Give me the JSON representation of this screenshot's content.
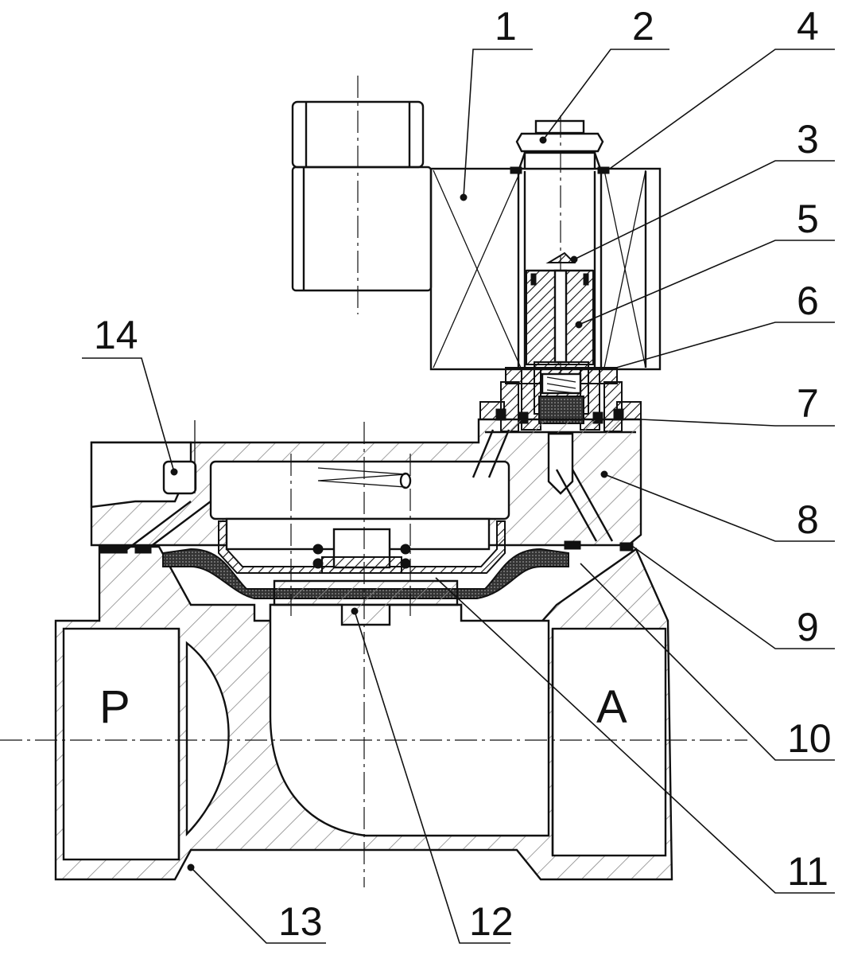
{
  "diagram": {
    "title": "Solenoid valve sectional view",
    "ports": {
      "inlet": "P",
      "outlet": "A"
    },
    "callouts": [
      {
        "id": "1",
        "label": "1",
        "part": "coil"
      },
      {
        "id": "2",
        "label": "2",
        "part": "nut"
      },
      {
        "id": "3",
        "label": "3",
        "part": "plunger"
      },
      {
        "id": "4",
        "label": "4",
        "part": "armature tube"
      },
      {
        "id": "5",
        "label": "5",
        "part": "spring"
      },
      {
        "id": "6",
        "label": "6",
        "part": "o-ring"
      },
      {
        "id": "7",
        "label": "7",
        "part": "seal"
      },
      {
        "id": "8",
        "label": "8",
        "part": "bonnet"
      },
      {
        "id": "9",
        "label": "9",
        "part": "o-ring"
      },
      {
        "id": "10",
        "label": "10",
        "part": "diaphragm seal"
      },
      {
        "id": "11",
        "label": "11",
        "part": "diaphragm"
      },
      {
        "id": "12",
        "label": "12",
        "part": "diaphragm insert"
      },
      {
        "id": "13",
        "label": "13",
        "part": "valve body"
      },
      {
        "id": "14",
        "label": "14",
        "part": "screw"
      }
    ]
  }
}
